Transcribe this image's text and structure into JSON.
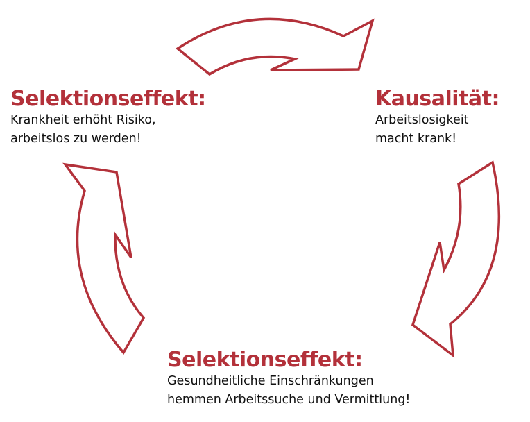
{
  "accent_color": "#b3313a",
  "blocks": {
    "left": {
      "title": "Selektionseffekt:",
      "lines": [
        "Krankheit erhöht Risiko,",
        "arbeitslos zu werden!"
      ]
    },
    "right": {
      "title": "Kausalität:",
      "lines": [
        "Arbeitslosigkeit",
        "macht krank!"
      ]
    },
    "bottom": {
      "title": "Selektionseffekt:",
      "lines": [
        "Gesundheitliche Einschränkungen",
        "hemmen Arbeitssuche und Vermittlung!"
      ]
    }
  },
  "arrows": [
    "arrow-top-right",
    "arrow-right-down",
    "arrow-left-up"
  ]
}
